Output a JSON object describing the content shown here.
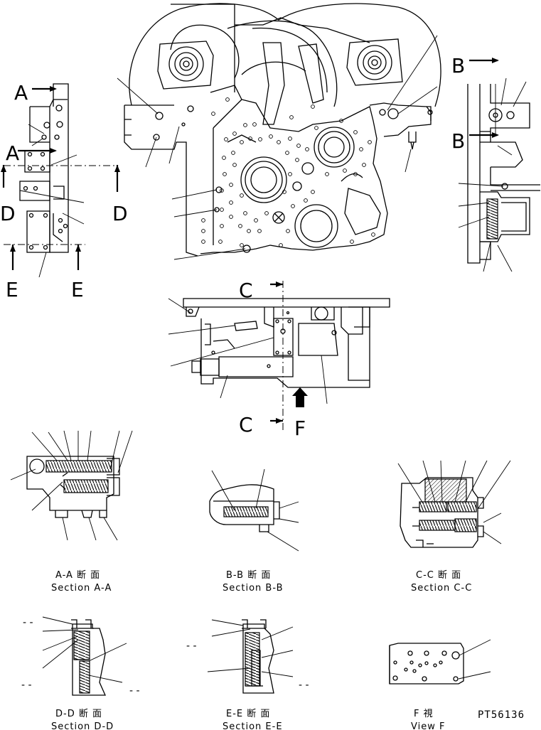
{
  "section_marks": {
    "a": "A",
    "b": "B",
    "c": "C",
    "d": "D",
    "e": "E",
    "f": "F"
  },
  "captions": {
    "aa_jp": "A-A 断 面",
    "aa_en": "Section A-A",
    "bb_jp": "B-B 断 面",
    "bb_en": "Section B-B",
    "cc_jp": "C-C 断 面",
    "cc_en": "Section C-C",
    "dd_jp": "D-D 断 面",
    "dd_en": "Section D-D",
    "ee_jp": "E-E 断 面",
    "ee_en": "Section E-E",
    "f_jp": "F 視",
    "f_en": "View F"
  },
  "drawing_ref": "PT56136",
  "dash_marks": {
    "mark": "- -"
  }
}
